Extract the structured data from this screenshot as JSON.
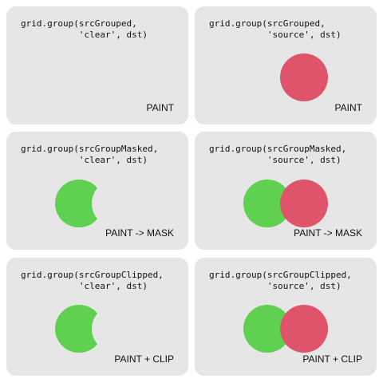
{
  "panels": [
    {
      "code_line1": "grid.group(srcGrouped,",
      "code_line2": "           'clear', dst)",
      "mode_label": "PAINT",
      "show_dst": false,
      "show_src": false
    },
    {
      "code_line1": "grid.group(srcGrouped,",
      "code_line2": "           'source', dst)",
      "mode_label": "PAINT",
      "show_dst": false,
      "show_src": true
    },
    {
      "code_line1": "grid.group(srcGroupMasked,",
      "code_line2": "           'clear', dst)",
      "mode_label": "PAINT -> MASK",
      "show_dst": true,
      "show_src": false
    },
    {
      "code_line1": "grid.group(srcGroupMasked,",
      "code_line2": "           'source', dst)",
      "mode_label": "PAINT -> MASK",
      "show_dst": true,
      "show_src": true
    },
    {
      "code_line1": "grid.group(srcGroupClipped,",
      "code_line2": "           'clear', dst)",
      "mode_label": "PAINT + CLIP",
      "show_dst": true,
      "show_src": false
    },
    {
      "code_line1": "grid.group(srcGroupClipped,",
      "code_line2": "           'source', dst)",
      "mode_label": "PAINT + CLIP",
      "show_dst": true,
      "show_src": true
    }
  ],
  "colors": {
    "panel_background": "#e6e6e6",
    "dst_circle": "#5fd04f",
    "src_circle": "#e0546b",
    "text": "#111111"
  }
}
